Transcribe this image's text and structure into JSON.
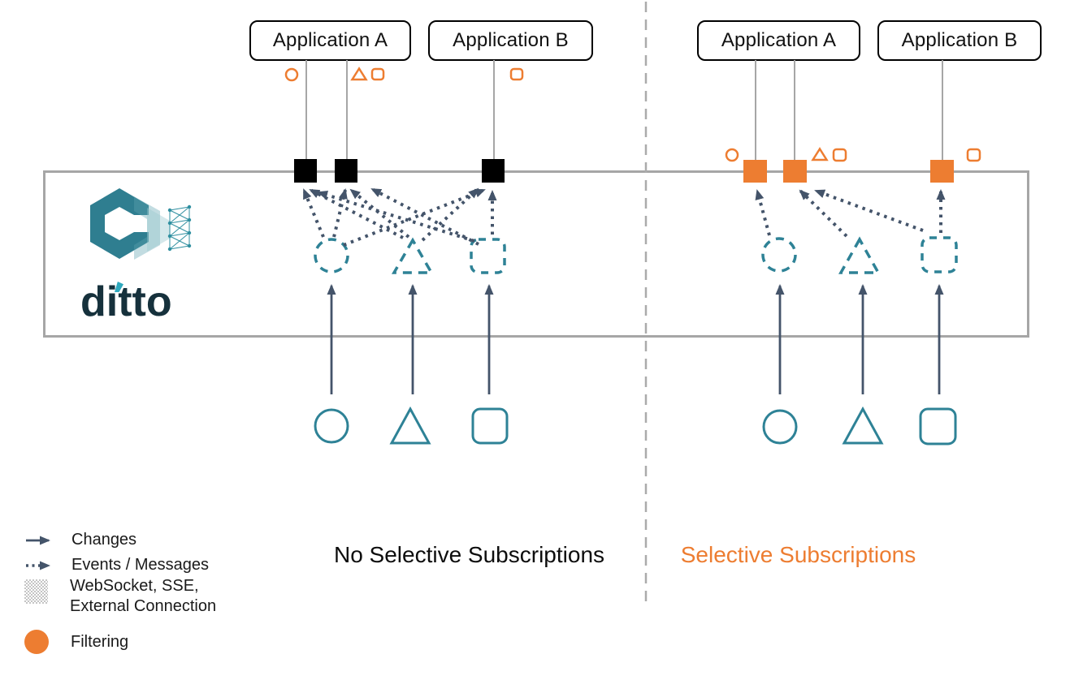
{
  "diagram": {
    "brand": {
      "wordmark": "ditto"
    },
    "left_panel": {
      "title": "No Selective Subscriptions",
      "title_color": "#000000",
      "app_a": "Application A",
      "app_b": "Application B",
      "connection_square_color": "#000000",
      "event_arrow_count": 9,
      "subscription_icons": {
        "app_a_conn1": [
          "circle"
        ],
        "app_a_conn2": [
          "triangle",
          "square"
        ],
        "app_b_conn1": [
          "square"
        ]
      }
    },
    "right_panel": {
      "title": "Selective Subscriptions",
      "title_color": "#ED7D31",
      "app_a": "Application A",
      "app_b": "Application B",
      "connection_square_color": "#ED7D31",
      "event_arrow_count": 4,
      "subscription_icons": {
        "app_a_conn1": [
          "circle"
        ],
        "app_a_conn2": [
          "triangle",
          "square"
        ],
        "app_b_conn1": [
          "square"
        ]
      }
    },
    "document_shapes": [
      "circle",
      "triangle",
      "square"
    ],
    "icons": {
      "circle": "○",
      "triangle": "△",
      "square": "▢"
    },
    "legend": {
      "changes": "Changes",
      "events": "Events / Messages",
      "websocket_line1": "WebSocket, SSE,",
      "websocket_line2": "External Connection",
      "filtering": "Filtering"
    },
    "colors": {
      "orange": "#ED7D31",
      "teal_shape": "#2E8296",
      "navy_arrow": "#44546A",
      "gray_border": "#A6A6A6",
      "black": "#000000",
      "logo_teal": "#2F7E90",
      "logo_navy": "#16313C"
    }
  }
}
